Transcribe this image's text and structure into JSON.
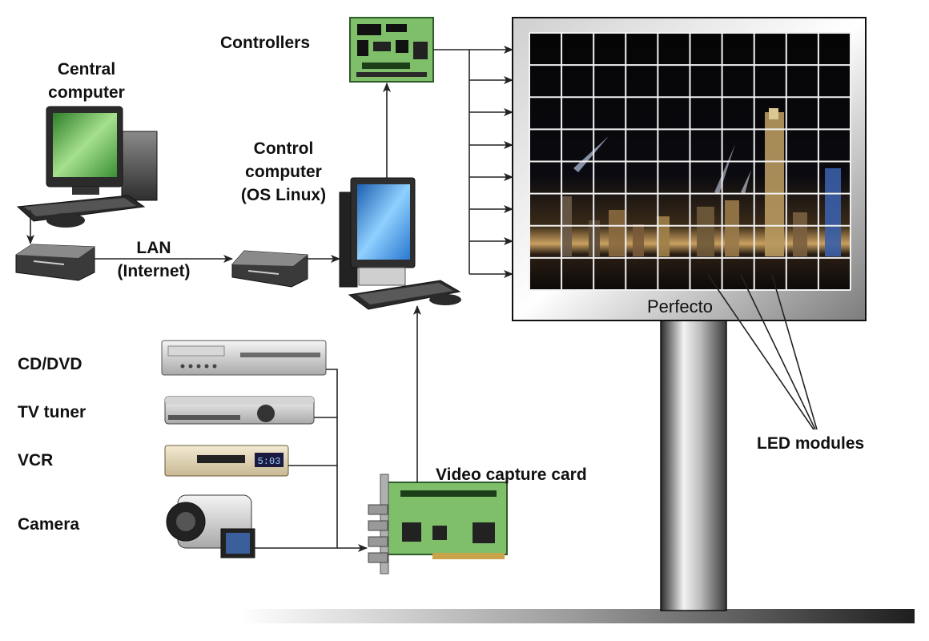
{
  "labels": {
    "controllers": "Controllers",
    "central_computer": [
      "Central",
      "computer"
    ],
    "control_computer": [
      "Control",
      "computer",
      "(OS Linux)"
    ],
    "lan": [
      "LAN",
      "(Internet)"
    ],
    "cd_dvd": "CD/DVD",
    "tv_tuner": "TV tuner",
    "vcr": "VCR",
    "camera": "Camera",
    "video_capture_card": "Video capture card",
    "led_modules": "LED modules",
    "screen_brand": "Perfecto"
  },
  "device_text": {
    "vcr_counter": "5:03"
  },
  "led_grid": {
    "columns": 10,
    "rows": 8
  },
  "colors": {
    "arrow": "#222222",
    "screen_frame": "#ffffff",
    "pcb_green": "#7fbf6a",
    "monitor_blue": "#3a8fd8",
    "monitor_green": "#4faa46"
  }
}
